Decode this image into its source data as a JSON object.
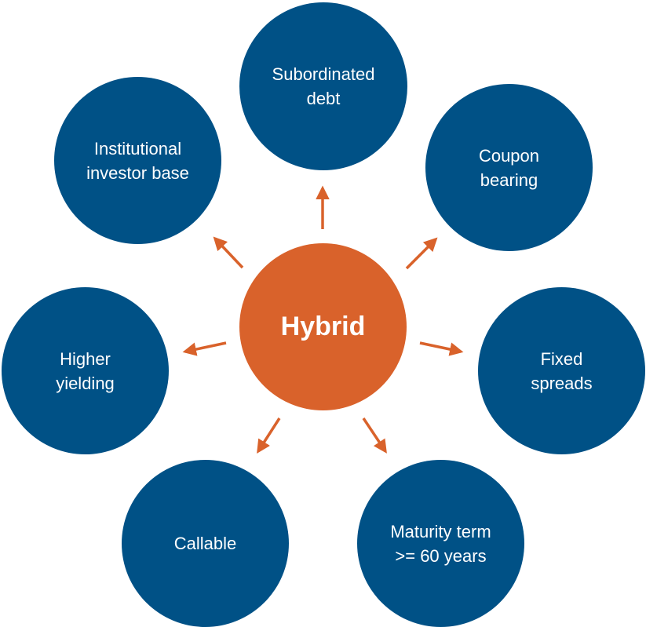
{
  "center": {
    "label": "Hybrid",
    "color": "#d9622b"
  },
  "nodes": [
    {
      "label": "Subordinated\ndebt"
    },
    {
      "label": "Coupon\nbearing"
    },
    {
      "label": "Fixed\nspreads"
    },
    {
      "label": "Maturity term\n>= 60 years"
    },
    {
      "label": "Callable"
    },
    {
      "label": "Higher\nyielding"
    },
    {
      "label": "Institutional\ninvestor base"
    }
  ],
  "colors": {
    "node_fill": "#005186",
    "arrow": "#d9622b",
    "text": "#ffffff"
  }
}
